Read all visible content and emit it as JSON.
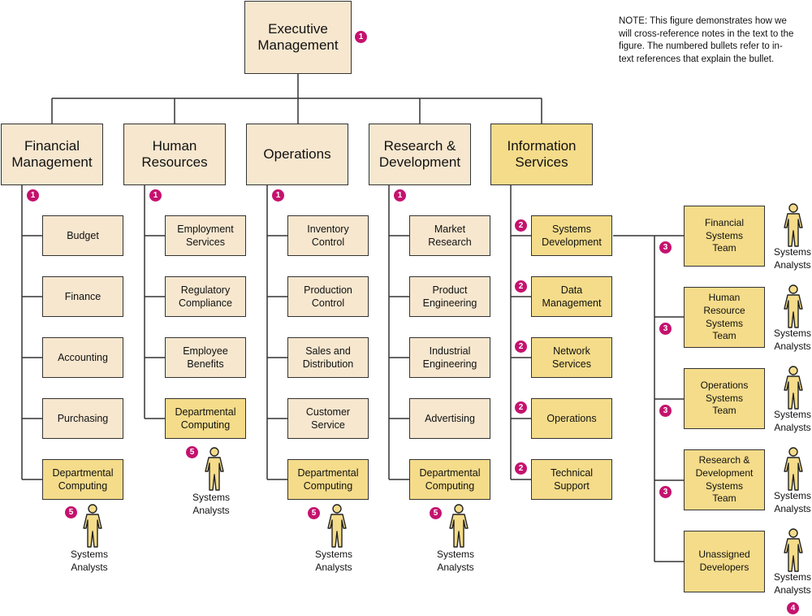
{
  "note": "NOTE: This figure demonstrates how we\nwill cross-reference notes in the text to the\nfigure.  The numbered bullets refer to in-\ntext references that explain the bullet.",
  "root": "Executive\nManagement",
  "divisions": [
    {
      "title": "Financial\nManagement"
    },
    {
      "title": "Human\nResources"
    },
    {
      "title": "Operations"
    },
    {
      "title": "Research &\nDevelopment"
    },
    {
      "title": "Information\nServices"
    }
  ],
  "units": [
    [
      "Budget",
      "Finance",
      "Accounting",
      "Purchasing",
      "Departmental\nComputing"
    ],
    [
      "Employment\nServices",
      "Regulatory\nCompliance",
      "Employee\nBenefits",
      "Departmental\nComputing"
    ],
    [
      "Inventory\nControl",
      "Production\nControl",
      "Sales and\nDistribution",
      "Customer\nService",
      "Departmental\nComputing"
    ],
    [
      "Market\nResearch",
      "Product\nEngineering",
      "Industrial\nEngineering",
      "Advertising",
      "Departmental\nComputing"
    ],
    [
      "Systems\nDevelopment",
      "Data\nManagement",
      "Network\nServices",
      "Operations",
      "Technical\nSupport"
    ]
  ],
  "teams": [
    "Financial\nSystems\nTeam",
    "Human\nResource\nSystems\nTeam",
    "Operations\nSystems\nTeam",
    "Research &\nDevelopment\nSystems\nTeam",
    "Unassigned\nDevelopers"
  ],
  "analysts_label": "Systems\nAnalysts",
  "bullets": [
    "1",
    "2",
    "3",
    "4",
    "5"
  ],
  "colors": {
    "light_box": "#f7e7cf",
    "gold_box": "#f5dc8a",
    "bullet": "#c4126e",
    "line": "#333333"
  }
}
